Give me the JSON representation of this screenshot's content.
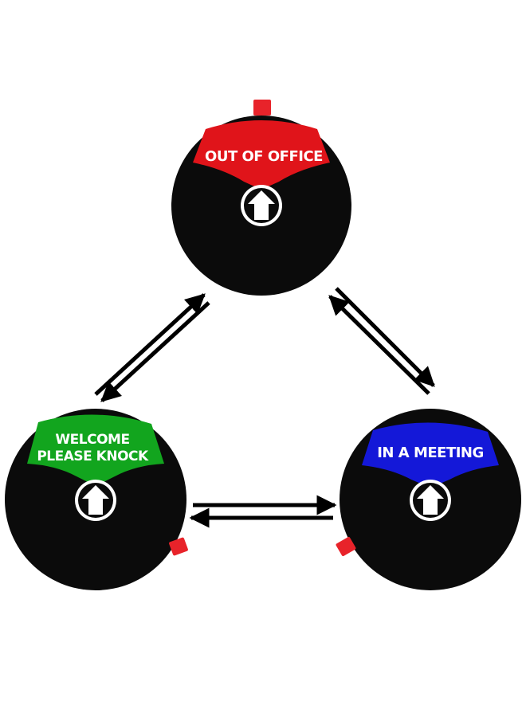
{
  "signs": [
    {
      "id": "out-of-office",
      "lines": [
        "OUT OF OFFICE"
      ],
      "color": "#e0141a",
      "tab_color": "#e8232a"
    },
    {
      "id": "welcome-please-knock",
      "lines": [
        "WELCOME",
        "PLEASE KNOCK"
      ],
      "color": "#12a51e",
      "tab_color": "#e8232a"
    },
    {
      "id": "in-a-meeting",
      "lines": [
        "IN A MEETING"
      ],
      "color": "#1418d8",
      "tab_color": "#e8232a"
    }
  ],
  "colors": {
    "disc": "#0b0b0b",
    "arrow_icon": "#ffffff",
    "transition_arrows": "#000000",
    "background": "#ffffff"
  },
  "icons": [
    "up-arrow-icon",
    "double-arrow-icon"
  ]
}
